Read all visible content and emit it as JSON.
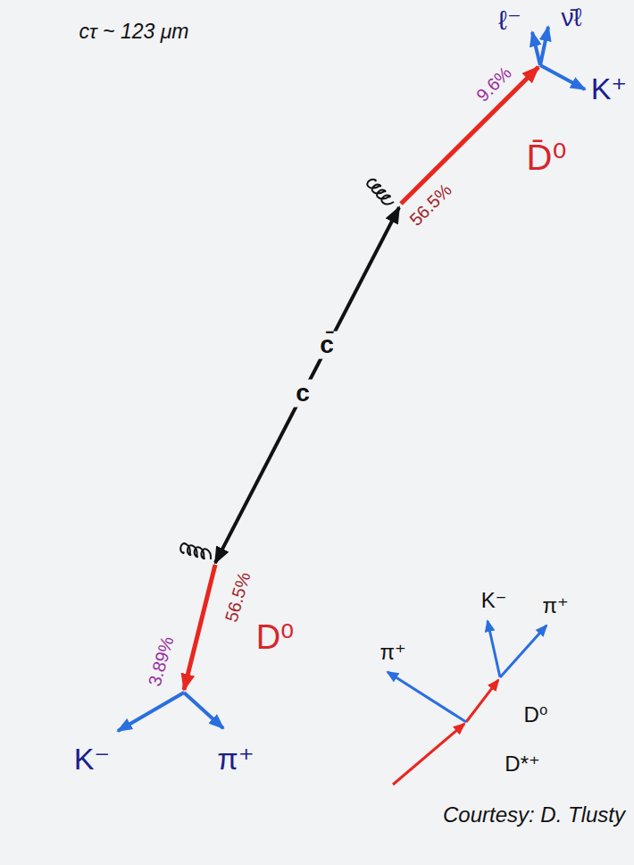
{
  "diagram": {
    "labels": [
      "cτ ~ 123 μm",
      "ℓ⁻",
      "ν̄ℓ",
      "9.6%",
      "K⁺",
      "56.5%",
      "D̄⁰",
      "c̄",
      "c",
      "56.5%",
      "D⁰",
      "3.89%",
      "K⁻",
      "π⁺",
      "K⁻",
      "π⁺",
      "π⁺",
      "D⁰",
      "D*⁺",
      "Courtesy: D. Tlusty"
    ]
  }
}
